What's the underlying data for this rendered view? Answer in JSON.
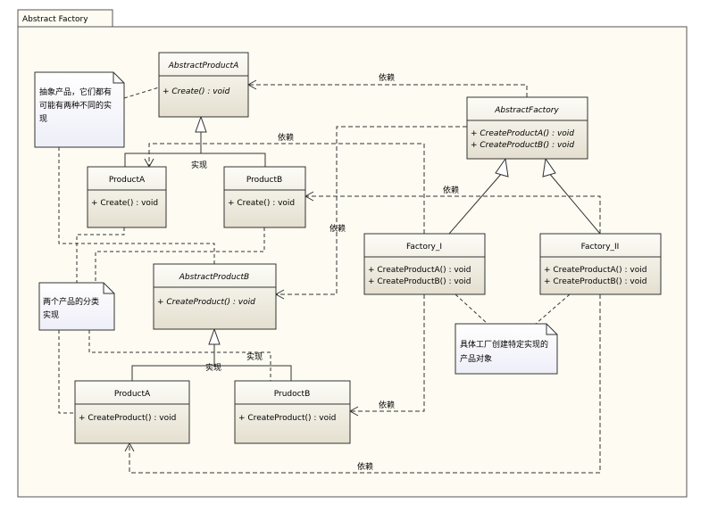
{
  "package": {
    "title": "Abstract Factory"
  },
  "classes": {
    "abstract_product_a": {
      "name": "AbstractProductA",
      "ops": [
        "+    Create() : void"
      ]
    },
    "abstract_factory": {
      "name": "AbstractFactory",
      "ops": [
        "+    CreateProductA() : void",
        "+    CreateProductB() : void"
      ]
    },
    "product_a1": {
      "name": "ProductA",
      "ops": [
        "+    Create() : void"
      ]
    },
    "product_b1": {
      "name": "ProductB",
      "ops": [
        "+    Create() : void"
      ]
    },
    "factory_1": {
      "name": "Factory_I",
      "ops": [
        "+    CreateProductA() : void",
        "+    CreateProductB() : void"
      ]
    },
    "factory_2": {
      "name": "Factory_II",
      "ops": [
        "+    CreateProductA() : void",
        "+    CreateProductB() : void"
      ]
    },
    "abstract_product_b": {
      "name": "AbstractProductB",
      "ops": [
        "+    CreateProduct() : void"
      ]
    },
    "product_a2": {
      "name": "ProductA",
      "ops": [
        "+    CreateProduct() : void"
      ]
    },
    "product_b2": {
      "name": "PrudoctB",
      "ops": [
        "+    CreateProduct() : void"
      ]
    }
  },
  "notes": {
    "note1": [
      "抽象产品，它们都有",
      "可能有两种不同的实",
      "现"
    ],
    "note2": [
      "两个产品的分类",
      "实现"
    ],
    "note3": [
      "具体工厂创建特定实现的",
      "产品对象"
    ]
  },
  "labels": {
    "dep": "依赖",
    "impl": "实现"
  }
}
